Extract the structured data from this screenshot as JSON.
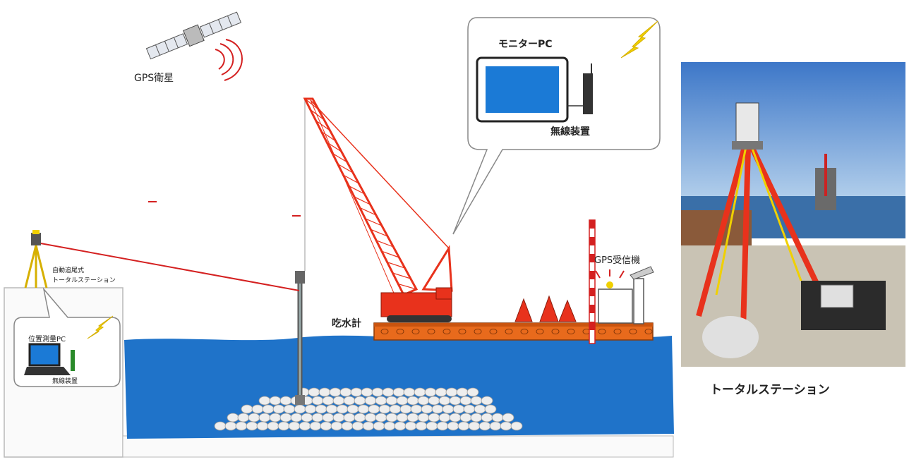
{
  "labels": {
    "gps_satellite": "GPS衛星",
    "monitor_pc": "モニターPC",
    "wireless_device_monitor": "無線装置",
    "gps_receiver": "GPS受信機",
    "draft_gauge": "吃水計",
    "auto_tracking_ts": "自動追尾式",
    "auto_tracking_ts_2": "トータルステーション",
    "position_pc": "位置測量PC",
    "wireless_device_position": "無線装置",
    "photo_caption": "トータルステーション"
  },
  "colors": {
    "sea": "#1f73c9",
    "crane": "#e8321c",
    "barge": "#e86a1c",
    "laser": "#d42020",
    "screen": "#1b7ad6",
    "rubble": "#eeeeee"
  }
}
